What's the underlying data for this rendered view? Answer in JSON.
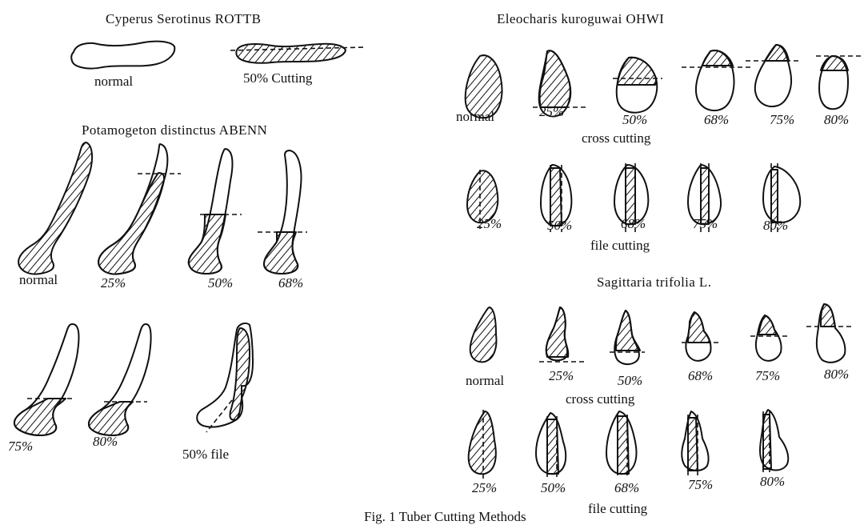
{
  "caption": "Fig. 1   Tuber Cutting Methods",
  "cyperus": {
    "title": "Cyperus Serotinus ROTTB",
    "labels": [
      "normal",
      "50% Cutting"
    ]
  },
  "potamogeton": {
    "title": "Potamogeton distinctus ABENN",
    "row1_labels": [
      "normal",
      "25%",
      "50%",
      "68%"
    ],
    "row2_labels": [
      "75%",
      "80%",
      "50% file"
    ]
  },
  "eleocharis": {
    "title": "Eleocharis kuroguwai OHWI",
    "cross_labels": [
      "normal",
      "25%",
      "50%",
      "68%",
      "75%",
      "80%"
    ],
    "cross_caption": "cross cutting",
    "file_labels": [
      "25%",
      "50%",
      "68%",
      "75%",
      "80%"
    ],
    "file_caption": "file cutting"
  },
  "sagittaria": {
    "title": "Sagittaria trifolia L.",
    "cross_labels": [
      "normal",
      "25%",
      "50%",
      "68%",
      "75%",
      "80%"
    ],
    "cross_caption": "cross cutting",
    "file_labels": [
      "25%",
      "50%",
      "68%",
      "75%",
      "80%"
    ],
    "file_caption": "file cutting"
  }
}
